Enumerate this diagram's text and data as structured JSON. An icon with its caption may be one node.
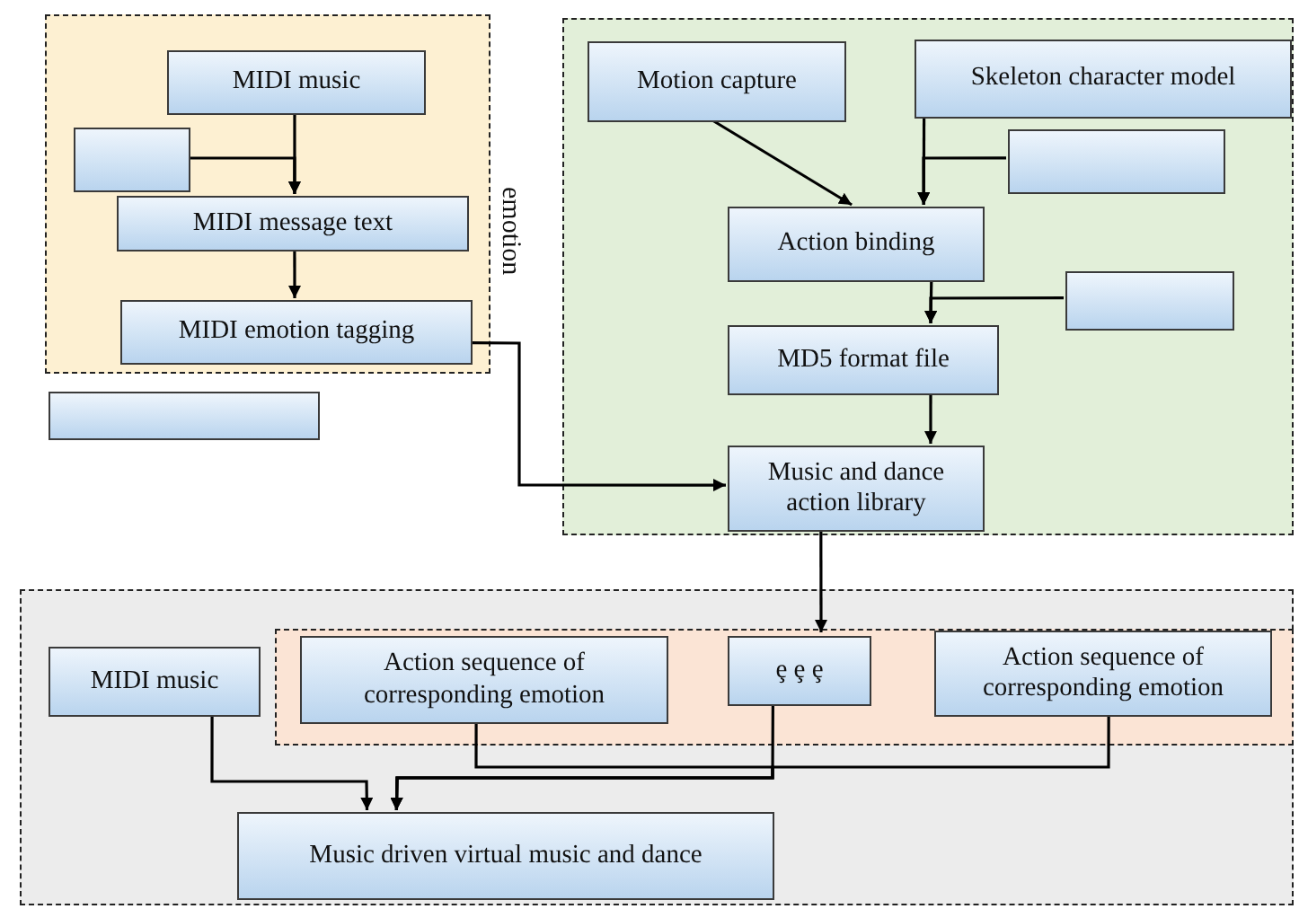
{
  "diagram": {
    "nodes": [
      {
        "text": [],
        "shape": "box",
        "beside": [
          "emotion"
        ]
      },
      {
        "text": [
          "MIDI music"
        ],
        "in": 0
      },
      {
        "text": [],
        "shape": "box",
        "in": 0
      },
      {
        "text": [
          "MIDI message text"
        ],
        "in": 0
      },
      {
        "text": [
          "MIDI emotion tagging"
        ],
        "in": 0
      },
      {
        "text": [],
        "shape": "box"
      },
      {
        "text": [],
        "shape": "box"
      },
      {
        "text": [
          "Motion capture"
        ],
        "in": 6
      },
      {
        "text": [
          "Skeleton character model"
        ],
        "in": 6
      },
      {
        "text": [],
        "shape": "box",
        "in": 6
      },
      {
        "text": [
          "Action binding"
        ],
        "in": 6
      },
      {
        "text": [],
        "shape": "box",
        "in": 6
      },
      {
        "text": [
          "MD5 format file"
        ],
        "in": 6
      },
      {
        "text": [
          "Music and dance action library"
        ],
        "in": 6
      },
      {
        "text": [],
        "shape": "box"
      },
      {
        "text": [
          "MIDI music"
        ],
        "in": 14
      },
      {
        "text": [],
        "shape": "box",
        "in": 14
      },
      {
        "text": [
          "Action sequence of corresponding emotion"
        ],
        "in": 16
      },
      {
        "text": [
          "ȩ ȩ ȩ"
        ],
        "in": 16
      },
      {
        "text": [
          "Action sequence of corresponding emotion"
        ],
        "in": 16
      },
      {
        "text": [
          "Music driven virtual music and dance"
        ],
        "in": 14
      }
    ],
    "edges": [
      {
        "from": 1,
        "to": 3,
        "arrow": "to"
      },
      {
        "from": 2,
        "to": 3,
        "arrow": "to"
      },
      {
        "from": 3,
        "to": 4,
        "arrow": "to"
      },
      {
        "from": 4,
        "to": 13,
        "arrow": "to"
      },
      {
        "from": 7,
        "to": 10,
        "arrow": "to"
      },
      {
        "from": 8,
        "to": 10,
        "arrow": "to"
      },
      {
        "from": 9,
        "to": 10,
        "arrow": "to"
      },
      {
        "from": 10,
        "to": 12,
        "arrow": "to"
      },
      {
        "from": 11,
        "to": 12,
        "arrow": "to"
      },
      {
        "from": 12,
        "to": 13,
        "arrow": "to"
      },
      {
        "from": 13,
        "to": 18,
        "arrow": "to"
      },
      {
        "from": 15,
        "to": 20,
        "arrow": "to"
      },
      {
        "from": 17,
        "to": 20,
        "arrow": "to"
      },
      {
        "from": 18,
        "to": 20,
        "arrow": "to"
      },
      {
        "from": 19,
        "to": 20,
        "arrow": "to"
      }
    ]
  }
}
